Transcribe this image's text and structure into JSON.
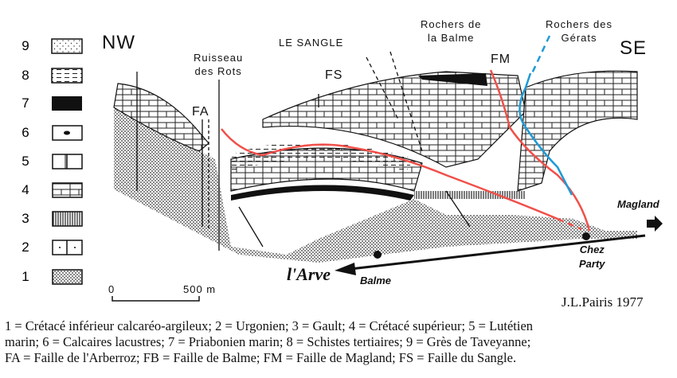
{
  "legend": [
    {
      "n": "9",
      "pattern": "dots"
    },
    {
      "n": "8",
      "pattern": "dashes"
    },
    {
      "n": "7",
      "pattern": "black"
    },
    {
      "n": "6",
      "pattern": "nodule"
    },
    {
      "n": "5",
      "pattern": "lutetien"
    },
    {
      "n": "4",
      "pattern": "bricks"
    },
    {
      "n": "3",
      "pattern": "vertical-lines"
    },
    {
      "n": "2",
      "pattern": "dotted-blocks"
    },
    {
      "n": "1",
      "pattern": "stipple"
    }
  ],
  "labels": {
    "nw": "NW",
    "se": "SE",
    "ruisseau1": "Ruisseau",
    "ruisseau2": "des Rots",
    "fa": "FA",
    "sangle": "LE SANGLE",
    "fs": "FS",
    "balme1": "Rochers de",
    "balme2": "la Balme",
    "fm": "FM",
    "gerats1": "Rochers des",
    "gerats2": "Gérats",
    "magland": "Magland",
    "chez1": "Chez",
    "chez2": "Party",
    "balme": "Balme",
    "arve": "l'Arve"
  },
  "scale": {
    "zero": "0",
    "end": "500 m"
  },
  "author": "J.L.Pairis 1977",
  "caption": [
    "1 = Crétacé inférieur calcaréo-argileux; 2 = Urgonien; 3 = Gault; 4 = Crétacé supérieur; 5 = Lutétien",
    "marin; 6 = Calcaires lacustres; 7 = Priabonien marin; 8 = Schistes tertiaires; 9 = Grès de Taveyanne;",
    "FA = Faille de l'Arberroz; FB = Faille de Balme; FM = Faille de Magland; FS = Faille du Sangle."
  ],
  "colors": {
    "fault_red": "#f0504a",
    "fault_blue": "#1e9ad6"
  }
}
